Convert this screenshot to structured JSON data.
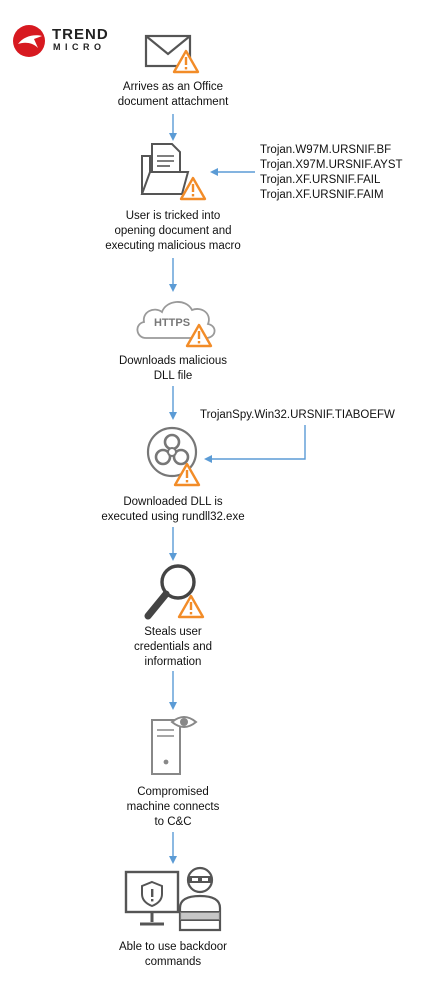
{
  "brand": {
    "line1": "TREND",
    "line2": "MICRO",
    "logo_color": "#d71920"
  },
  "colors": {
    "arrow": "#5b9bd5",
    "warning": "#f28c28",
    "icon_stroke": "#555555"
  },
  "steps": [
    {
      "icon": "envelope-icon",
      "label": "Arrives as an Office\ndocument attachment"
    },
    {
      "icon": "folder-document-icon",
      "label": "User is tricked into\nopening document and\nexecuting malicious macro"
    },
    {
      "icon": "https-cloud-icon",
      "label": "Downloads malicious\nDLL file"
    },
    {
      "icon": "biohazard-icon",
      "label": "Downloaded DLL is\nexecuted using rundll32.exe"
    },
    {
      "icon": "magnifier-icon",
      "label": "Steals user\ncredentials and\ninformation"
    },
    {
      "icon": "server-eye-icon",
      "label": "Compromised\nmachine connects\nto C&C"
    },
    {
      "icon": "monitor-hacker-icon",
      "label": "Able to use backdoor\ncommands"
    }
  ],
  "cloud_text": "HTTPS",
  "detections": {
    "macro": [
      "Trojan.W97M.URSNIF.BF",
      "Trojan.X97M.URSNIF.AYST",
      "Trojan.XF.URSNIF.FAIL",
      "Trojan.XF.URSNIF.FAIM"
    ],
    "dll": [
      "TrojanSpy.Win32.URSNIF.TIABOEFW"
    ]
  }
}
